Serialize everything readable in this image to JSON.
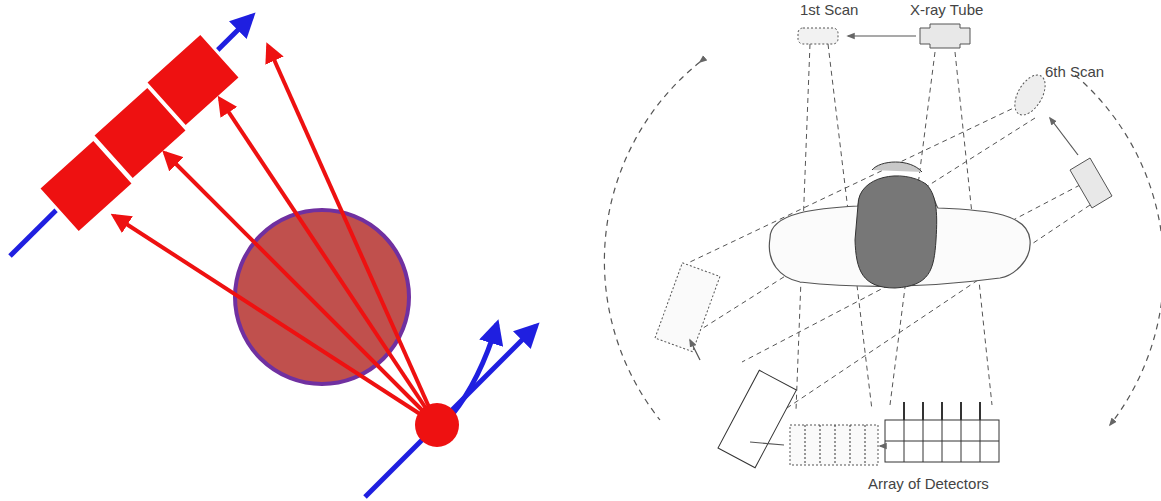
{
  "diagram": {
    "labels": [
      "1st Scan",
      "X-ray Tube",
      "6th Scan",
      "Array of Detectors"
    ]
  }
}
